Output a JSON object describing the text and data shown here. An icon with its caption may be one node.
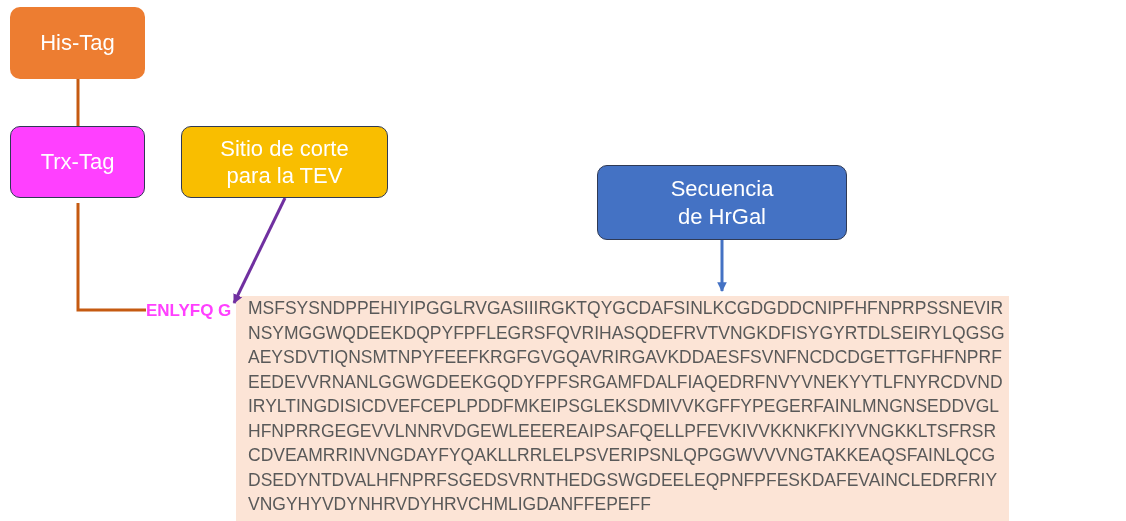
{
  "diagram": {
    "nodes": [
      {
        "text": [
          "His-Tag"
        ]
      },
      {
        "text": [
          "Trx-Tag"
        ]
      },
      {
        "text": [
          "Sitio de corte para la TEV"
        ]
      },
      {
        "text": [
          "Secuencia de HrGal"
        ]
      },
      {
        "text": [
          "ENLYFQ G"
        ]
      },
      {
        "text": [
          "MSFSYSNDPPEHIYIPGGLRVGASIIIRGKTQYGCDAFSINLKCGDGDDCNIPFHFNPRPSSNEVIR NSYMGGWQDEEKDQPYFPFLEGRSFQVRIHASQDEFRVTVNGKDFISYGYRTDLSEIRYLQGSG AEYSDVTIQNSMTNPYFEEFKRGFGVGQAVRIRGAVKDDAESFSVNFNCDCDGETTGFHFNPRF EEDEVVRNANLGGWGDEEKGQDYFPFSRGAMFDALFIAQEDRFNVYVNEKYYTLFNYRCDVND IRYLTINGDISICDVEFCEPLPDDFMKEIPSGLEKSDMIVVKGFFYPEGERFAINLMNGNSEDDVGL HFNPRRGEGEVVLNNRVDGEWLEEEREAIPSAFQELLPFEVKIVVKKNKFKIYVNGKKLTSFRSR CDVEAMRRINVNGDAYFYQAKLLRRLELPSVERIPSNLQPGGWVVVNGTAKKEAQSFAINLQCG DSEDYNTDVALHFNPRFSGEDSVRNTHEDGSWGDEELEQPNFPFESKDAFEVAINCLEDRFRIY VNGYHYVDYNHRVDYHRVCHMLIGDANFFEPEFF"
        ]
      }
    ],
    "edges": [
      {
        "from": 0,
        "to": 1,
        "arrow": "none",
        "color": "#c55a11"
      },
      {
        "from": 1,
        "to": 4,
        "arrow": "none",
        "color": "#c55a11"
      },
      {
        "from": 2,
        "to": 4,
        "arrow": "to",
        "color": "#7030a0"
      },
      {
        "from": 3,
        "to": 5,
        "arrow": "to",
        "color": "#4472c4"
      }
    ]
  }
}
